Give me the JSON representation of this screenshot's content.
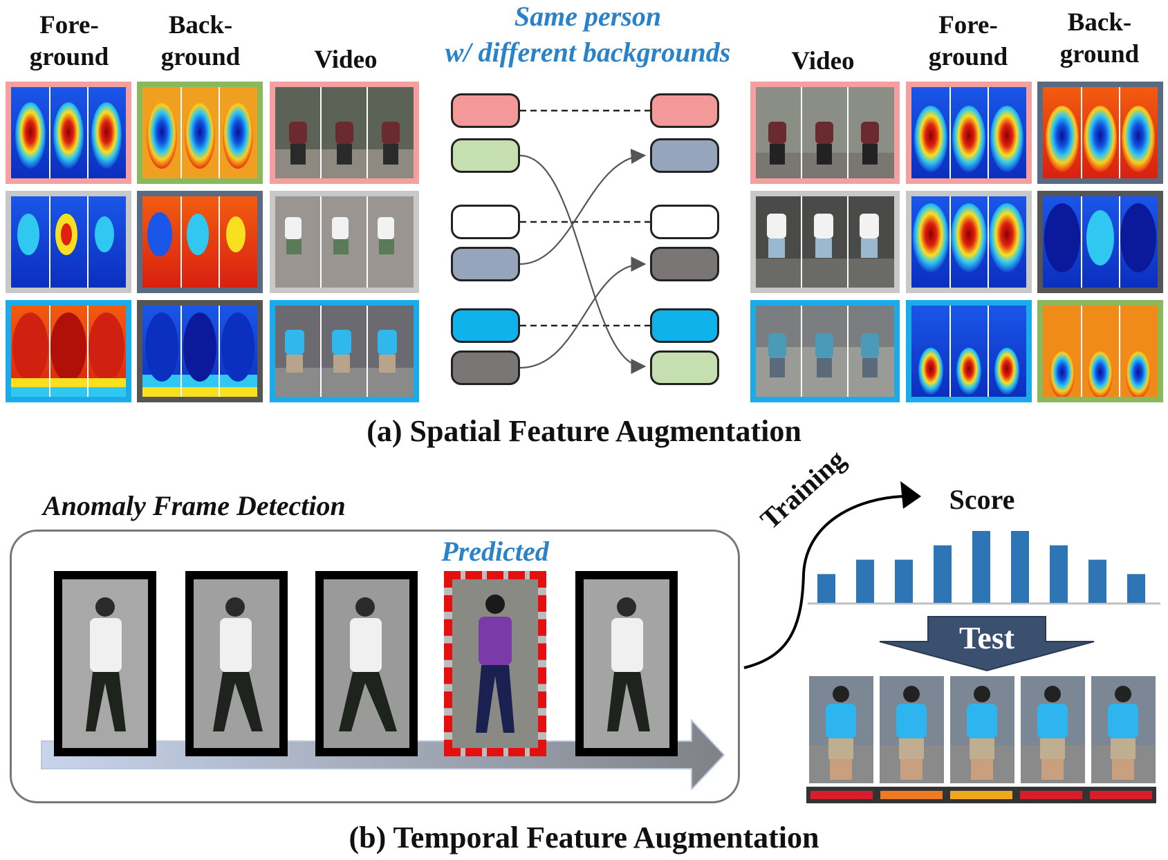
{
  "labels": {
    "left_foreground": "Fore-\nground",
    "left_background": "Back-\nground",
    "left_video": "Video",
    "center_title_line1": "Same person",
    "center_title_line2": "w/ different backgrounds",
    "right_video": "Video",
    "right_foreground": "Fore-\nground",
    "right_background": "Back-\nground"
  },
  "caption_a": "(a) Spatial Feature Augmentation",
  "anomaly_title": "Anomaly Frame Detection",
  "predicted_label": "Predicted",
  "training_label": "Training",
  "score_label": "Score",
  "test_label": "Test",
  "caption_b": "(b) Temporal Feature Augmentation",
  "colors": {
    "pink": "#f4a0a0",
    "green": "#8ab85a",
    "gray_light": "#c8c8c8",
    "slate": "#5a6a80",
    "dark_gray": "#555555",
    "cyan": "#1aabe8",
    "pill_pink": "#f49999",
    "pill_green": "#c5dfb0",
    "pill_white": "#ffffff",
    "pill_slate": "#96a4bc",
    "pill_cyan": "#10b2ec",
    "pill_gray": "#7a7676",
    "bar_blue": "#2e75b6",
    "pred_red": "#e41010"
  },
  "chart_data": {
    "type": "bar",
    "title": "Score",
    "categories": [
      "",
      "",
      "",
      "",
      "",
      "",
      "",
      "",
      ""
    ],
    "values": [
      0.4,
      0.6,
      0.6,
      0.8,
      1.0,
      1.0,
      0.8,
      0.6,
      0.4
    ],
    "ylim": [
      0,
      1
    ]
  },
  "test_bar_colors": [
    "#d81e2c",
    "#ee7b22",
    "#f0a81e",
    "#d81e2c",
    "#d81e2c"
  ]
}
